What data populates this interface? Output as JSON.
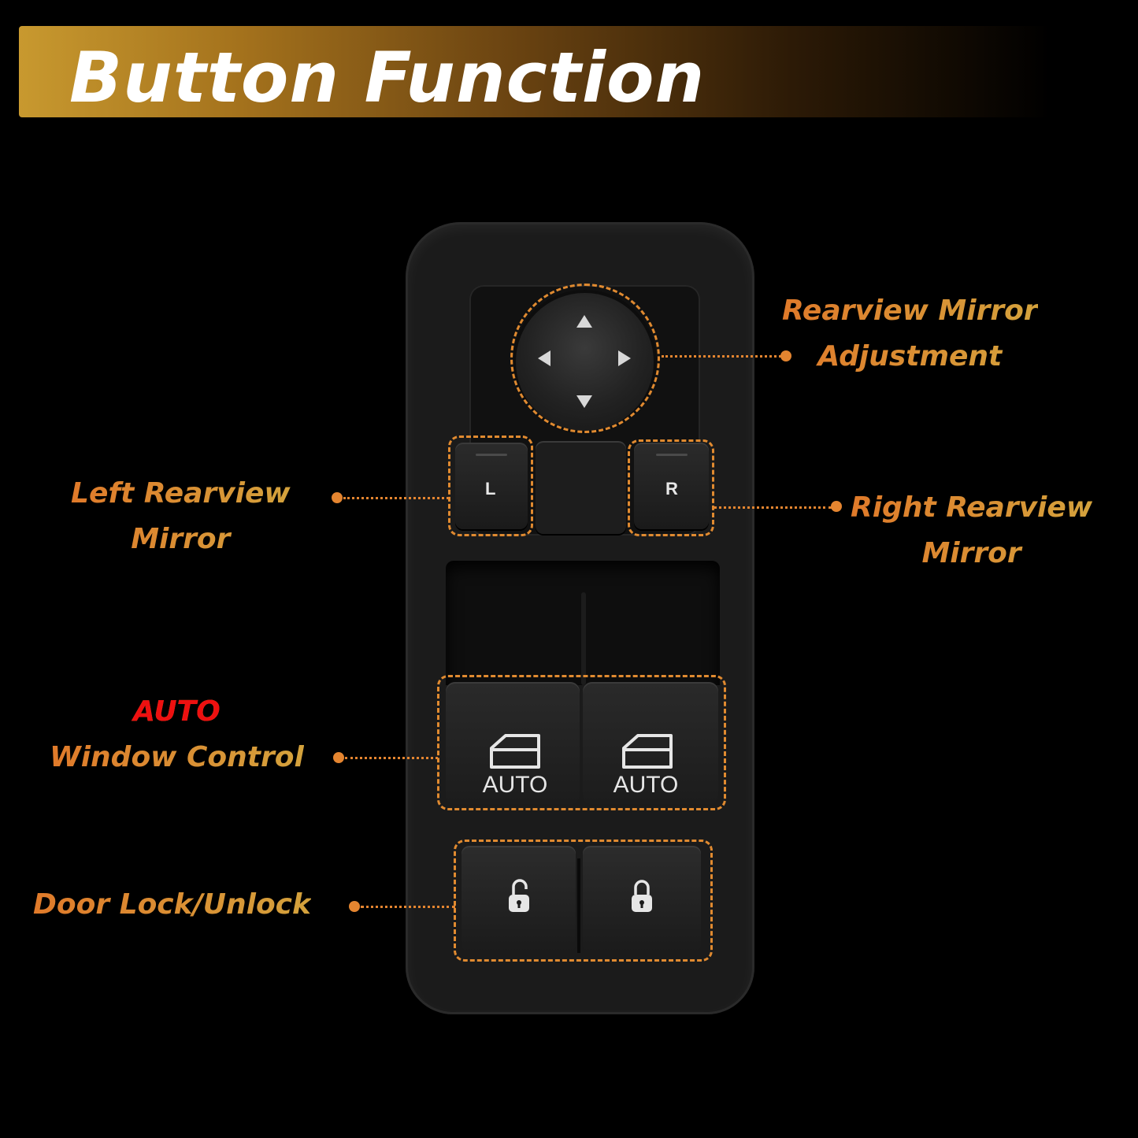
{
  "banner": {
    "title": "Button Function"
  },
  "labels": {
    "mirror_adjust": [
      "Rearview Mirror",
      "Adjustment"
    ],
    "left_mirror": [
      "Left Rearview",
      "Mirror"
    ],
    "right_mirror": [
      "Right Rearview",
      "Mirror"
    ],
    "auto_window": {
      "highlight": "AUTO",
      "text": "Window Control"
    },
    "door_lock": "Door Lock/Unlock"
  },
  "buttons": {
    "left": "L",
    "right": "R",
    "auto_left": "AUTO",
    "auto_right": "AUTO"
  },
  "colors": {
    "accent_orange": "#e48530",
    "highlight_red": "#ee1010",
    "banner_gold": "#c8992f"
  },
  "icons": [
    "arrow-up-icon",
    "arrow-left-icon",
    "arrow-right-icon",
    "arrow-down-icon",
    "window-icon",
    "unlock-icon",
    "lock-icon"
  ]
}
